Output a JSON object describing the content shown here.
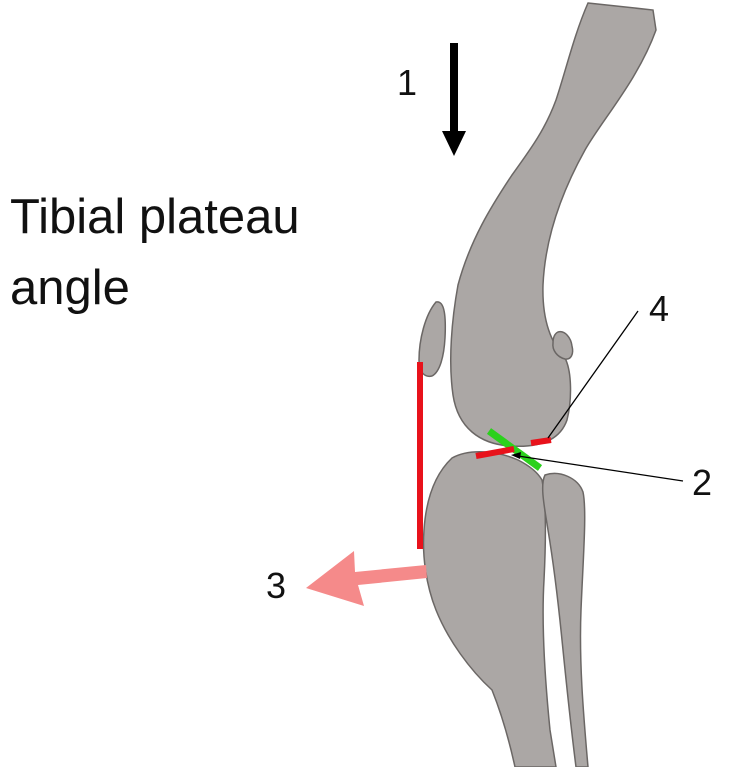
{
  "title": {
    "line1": "Tibial plateau",
    "line2": "angle"
  },
  "labels": {
    "force_arrow": "1",
    "plateau_marker": "2",
    "thrust_arrow": "3",
    "femur_marker": "4"
  },
  "colors": {
    "bone_fill": "#aba7a5",
    "bone_outline": "#6b6765",
    "force_arrow": "#000000",
    "reference_line": "#e8121b",
    "thrust_arrow": "#f58a8a",
    "plateau_slope": "#2bd11c",
    "leader_line": "#000000",
    "text": "#111111"
  }
}
